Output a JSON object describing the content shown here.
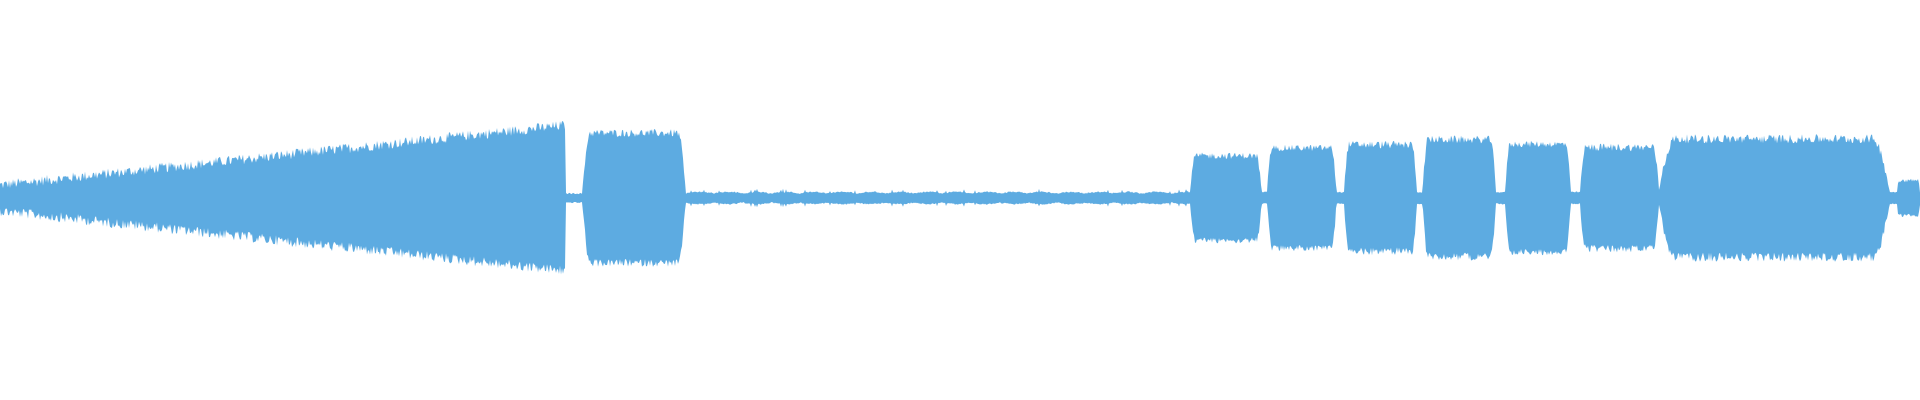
{
  "waveform": {
    "color": "#5DABE1",
    "background": "#FFFFFF",
    "segments": [
      {
        "type": "ramp",
        "start": 0.0,
        "end": 0.2945,
        "from": 0.06,
        "to": 0.52,
        "noise": 0.08
      },
      {
        "type": "gap",
        "start": 0.2945,
        "end": 0.3035,
        "level": 0.03
      },
      {
        "type": "burst",
        "start": 0.3035,
        "end": 0.357,
        "level": 0.47,
        "noise": 0.06
      },
      {
        "type": "quiet",
        "start": 0.357,
        "end": 0.62,
        "level": 0.03
      },
      {
        "type": "burst",
        "start": 0.62,
        "end": 0.657,
        "level": 0.3,
        "noise": 0.05
      },
      {
        "type": "gap",
        "start": 0.657,
        "end": 0.66,
        "level": 0.04
      },
      {
        "type": "burst",
        "start": 0.66,
        "end": 0.696,
        "level": 0.36,
        "noise": 0.05
      },
      {
        "type": "gap",
        "start": 0.696,
        "end": 0.7,
        "level": 0.04
      },
      {
        "type": "burst",
        "start": 0.7,
        "end": 0.738,
        "level": 0.38,
        "noise": 0.06
      },
      {
        "type": "gap",
        "start": 0.738,
        "end": 0.741,
        "level": 0.04
      },
      {
        "type": "burst",
        "start": 0.741,
        "end": 0.779,
        "level": 0.42,
        "noise": 0.06
      },
      {
        "type": "gap",
        "start": 0.779,
        "end": 0.784,
        "level": 0.04
      },
      {
        "type": "burst",
        "start": 0.784,
        "end": 0.818,
        "level": 0.39,
        "noise": 0.05
      },
      {
        "type": "gap",
        "start": 0.818,
        "end": 0.823,
        "level": 0.04
      },
      {
        "type": "burst",
        "start": 0.823,
        "end": 0.864,
        "level": 0.36,
        "noise": 0.06
      },
      {
        "type": "burst",
        "start": 0.864,
        "end": 0.984,
        "level": 0.42,
        "noise": 0.07
      },
      {
        "type": "gap",
        "start": 0.984,
        "end": 0.988,
        "level": 0.04
      },
      {
        "type": "burst",
        "start": 0.988,
        "end": 1.0,
        "level": 0.12,
        "noise": 0.03
      }
    ]
  }
}
